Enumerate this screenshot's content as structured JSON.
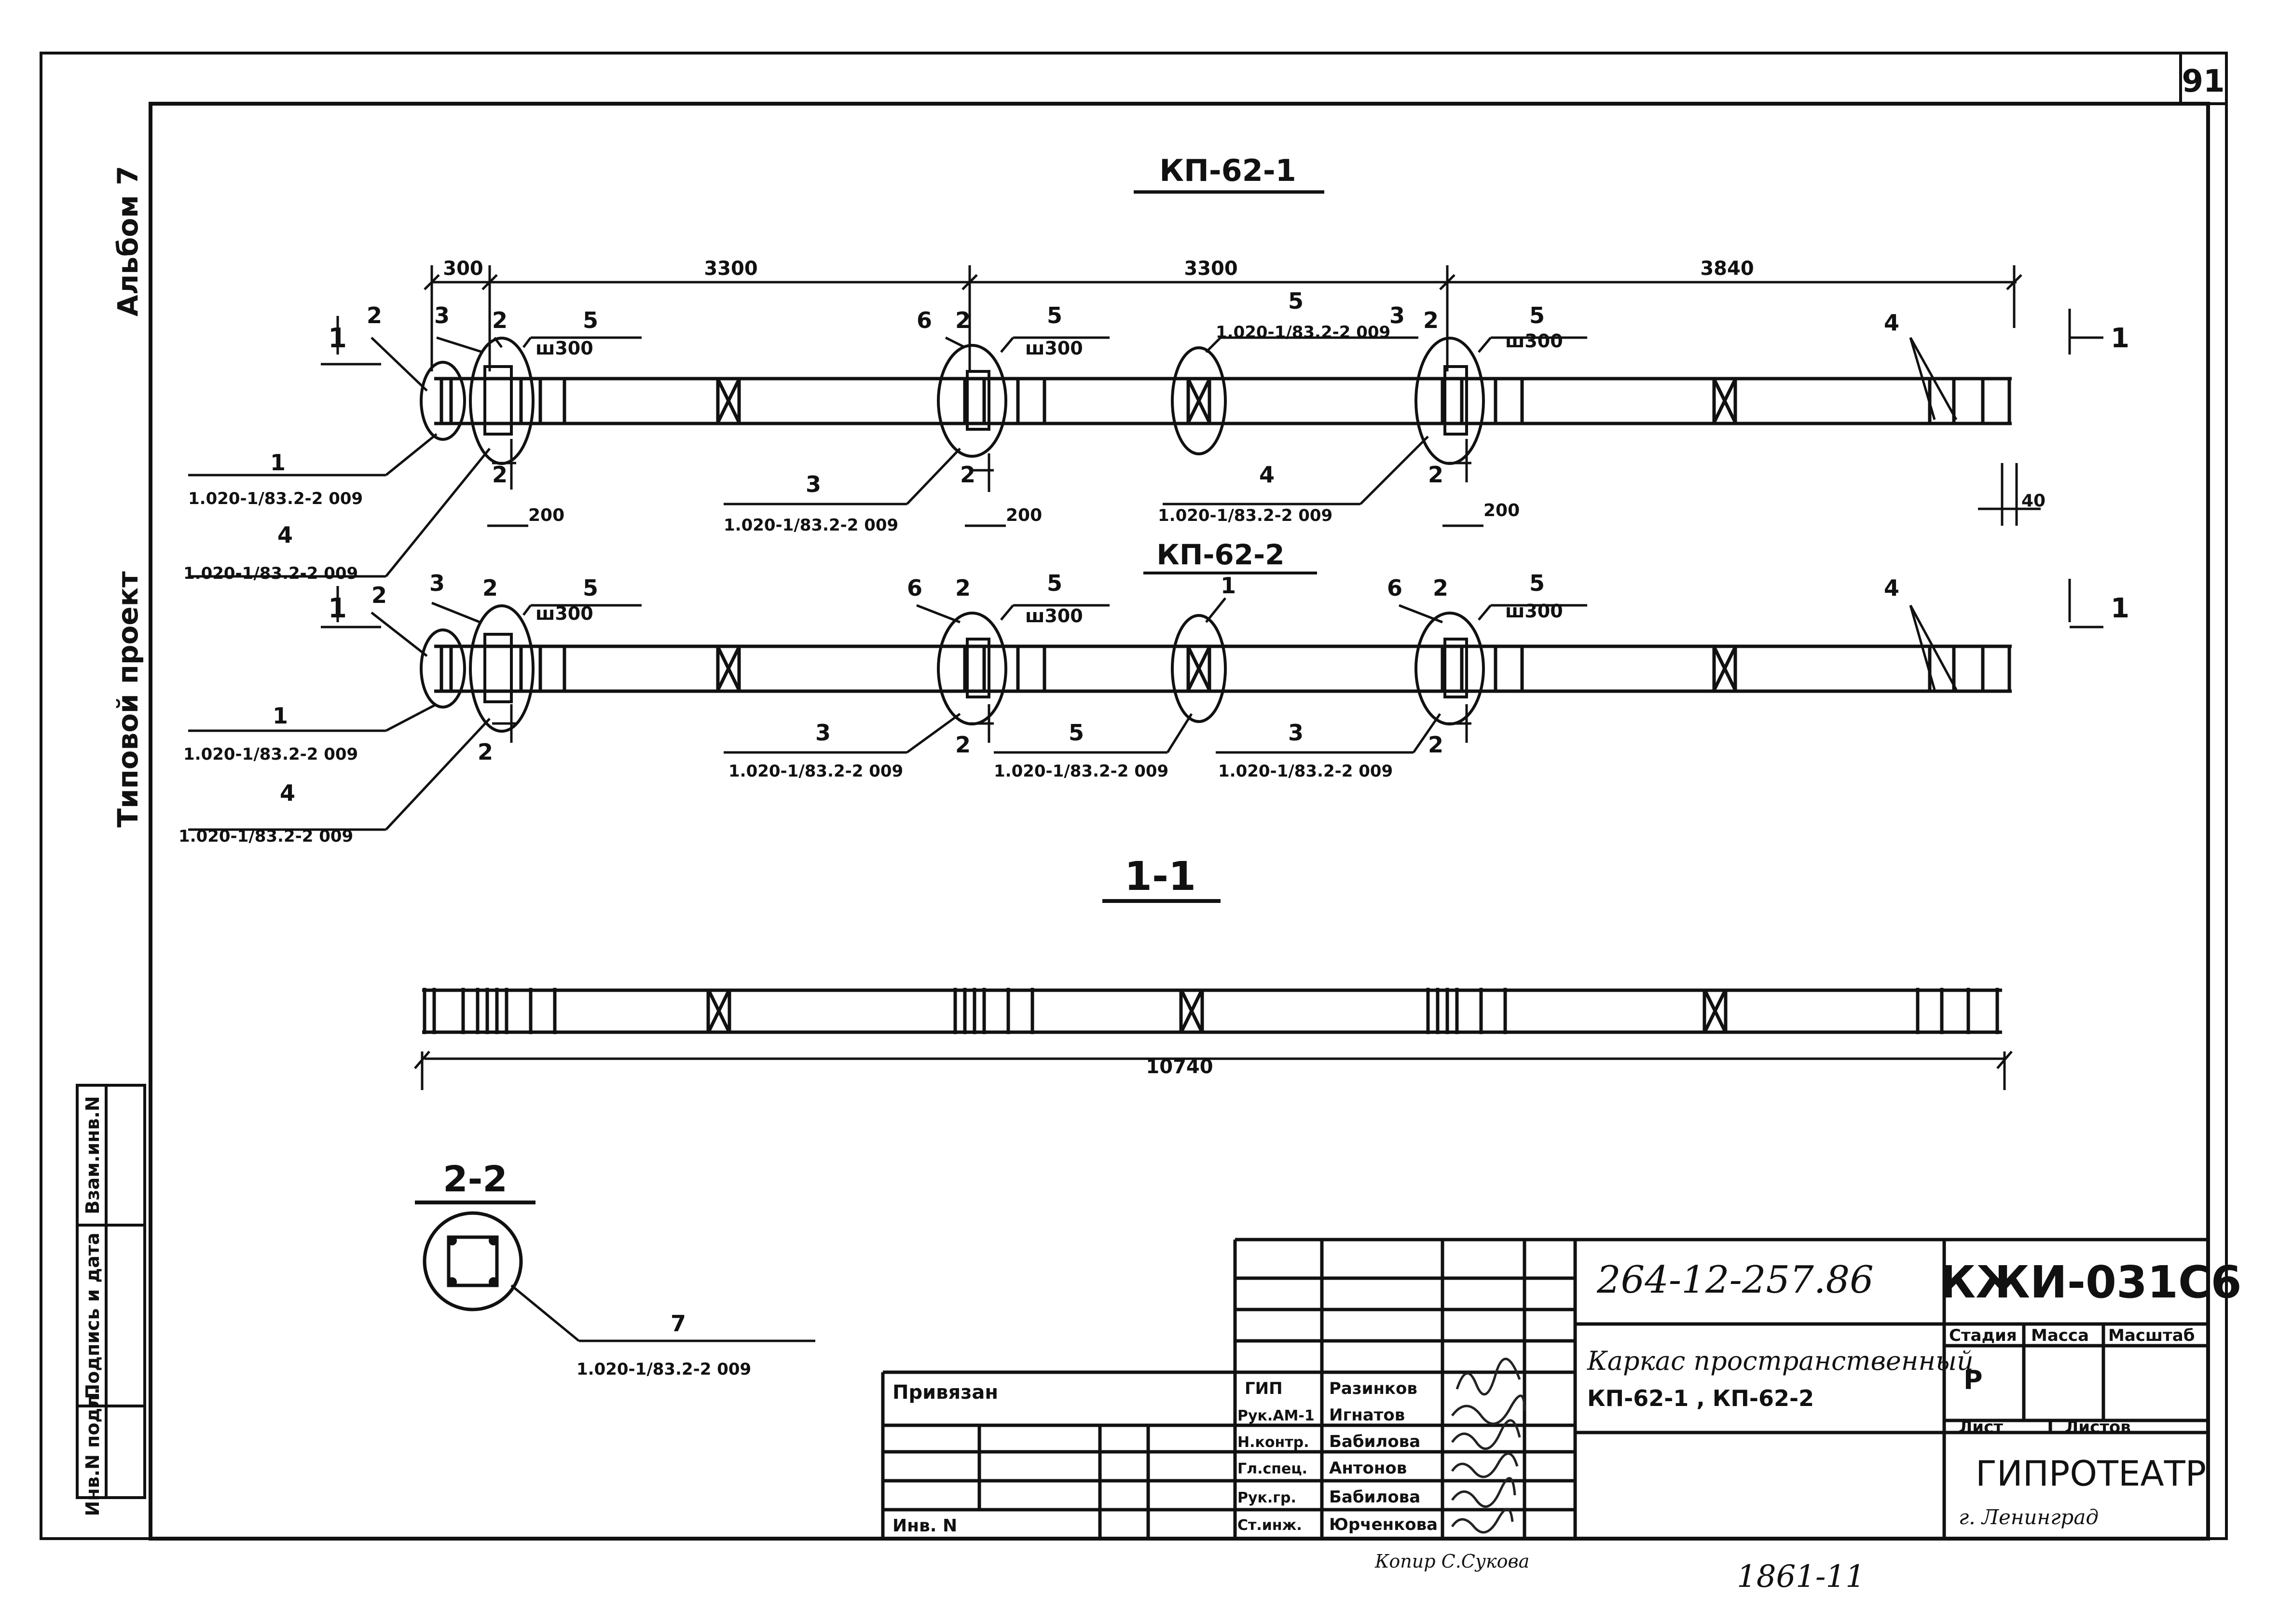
{
  "sheet": {
    "number": "91"
  },
  "sidebar": {
    "album": "Альбом 7",
    "project": "Типовой проект"
  },
  "stamps": {
    "vzam": "Взам.инв.N",
    "podpis": "Подпись и дата",
    "inv_podl": "Инв.N подл."
  },
  "views": {
    "kp1": {
      "title": "КП-62-1"
    },
    "kp2": {
      "title": "КП-62-2"
    },
    "sec11": {
      "title": "1-1"
    },
    "sec22": {
      "title": "2-2"
    }
  },
  "dims": {
    "d300": "300",
    "d3300a": "3300",
    "d3300b": "3300",
    "d3840": "3840",
    "d200a": "200",
    "d200b": "200",
    "d200c": "200",
    "d40": "40",
    "total": "10740",
    "sh300": "ш300"
  },
  "ref": "1.020-1/83.2-2 009",
  "section_marks": {
    "one": "1",
    "two": "2"
  },
  "title_block": {
    "doc_code": "264-12-257.86",
    "drawing_code": "КЖИ-031С6",
    "title": "Каркас пространственный",
    "subtitle": "КП-62-1 , КП-62-2",
    "stage_label": "Стадия",
    "mass_label": "Масса",
    "scale_label": "Масштаб",
    "stage_value": "Р",
    "sheet_label": "Лист",
    "sheets_label": "Листов",
    "org": "ГИПРОТЕАТР",
    "city": "г. Ленинград",
    "bound_label": "Привязан",
    "inv_label": "Инв. N",
    "staff": [
      {
        "role": "ГИП",
        "name": "Разинков"
      },
      {
        "role": "Рук.АМ-1",
        "name": "Игнатов"
      },
      {
        "role": "Н.контр.",
        "name": "Бабилова"
      },
      {
        "role": "Гл.спец.",
        "name": "Антонов"
      },
      {
        "role": "Рук.гр.",
        "name": "Бабилова"
      },
      {
        "role": "Ст.инж.",
        "name": "Юрченкова"
      }
    ]
  },
  "footer": {
    "copied": "Копир С.Сукова",
    "order": "1861-11"
  }
}
